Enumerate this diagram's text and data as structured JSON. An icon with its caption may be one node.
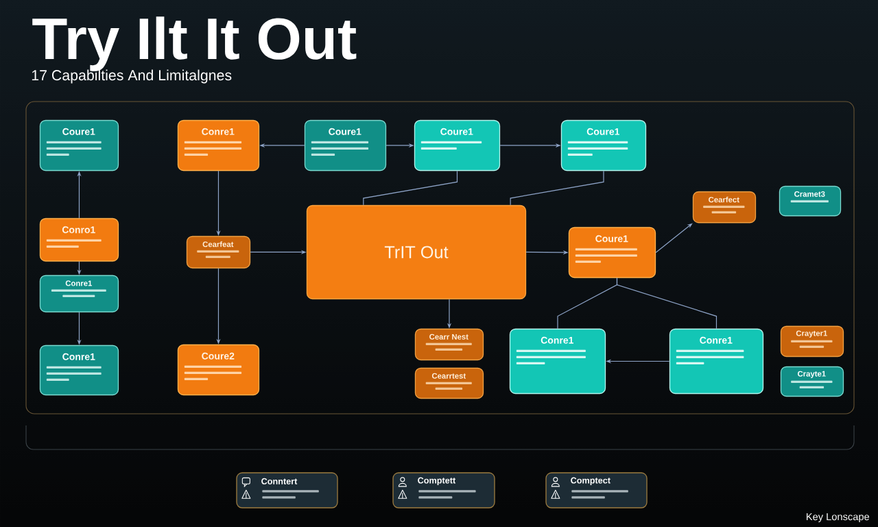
{
  "diagram": {
    "title": "Try Ilt It Out",
    "nodes": [
      {
        "text": [],
        "shape": "box"
      },
      {
        "text": [
          "Coure1"
        ],
        "in": 0
      },
      {
        "text": [
          "Conre1"
        ],
        "in": 0
      },
      {
        "text": [
          "Coure1"
        ],
        "in": 0
      },
      {
        "text": [
          "Coure1"
        ],
        "in": 0
      },
      {
        "text": [
          "Coure1"
        ],
        "in": 0
      },
      {
        "text": [
          "Cearfect"
        ],
        "in": 0
      },
      {
        "text": [
          "Cramet3"
        ],
        "in": 0
      },
      {
        "text": [
          "TrIT Out"
        ],
        "in": 0
      },
      {
        "text": [
          "Conro1"
        ],
        "in": 0
      },
      {
        "text": [
          "Cearfeat"
        ],
        "in": 0
      },
      {
        "text": [
          "Coure1"
        ],
        "in": 0
      },
      {
        "text": [
          "Conre1"
        ],
        "in": 0
      },
      {
        "text": [
          "Cearr Nest"
        ],
        "in": 0
      },
      {
        "text": [
          "Conre1"
        ],
        "in": 0
      },
      {
        "text": [
          "Conre1"
        ],
        "in": 0
      },
      {
        "text": [
          "Crayter1"
        ],
        "in": 0
      },
      {
        "text": [
          "Conre1"
        ],
        "in": 0
      },
      {
        "text": [
          "Coure2"
        ],
        "in": 0
      },
      {
        "text": [
          "Cearrtest"
        ],
        "in": 0
      },
      {
        "text": [
          "Crayte1"
        ],
        "in": 0
      },
      {
        "text": [
          "Conntert"
        ]
      },
      {
        "text": [
          "Comptett"
        ]
      },
      {
        "text": [
          "Comptect"
        ]
      }
    ],
    "edges": [
      {
        "from": 9,
        "to": 1,
        "arrow": "to"
      },
      {
        "from": 9,
        "to": 12,
        "arrow": "to"
      },
      {
        "from": 12,
        "to": 17,
        "arrow": "to"
      },
      {
        "from": 3,
        "to": 2,
        "arrow": "to"
      },
      {
        "from": 3,
        "to": 4,
        "arrow": "to"
      },
      {
        "from": 4,
        "to": 5,
        "arrow": "to"
      },
      {
        "from": 2,
        "to": 10,
        "arrow": "to"
      },
      {
        "from": 10,
        "to": 18,
        "arrow": "to"
      },
      {
        "from": 10,
        "to": 8,
        "arrow": "to"
      },
      {
        "from": 4,
        "to": 8,
        "arrow": "none"
      },
      {
        "from": 5,
        "to": 8,
        "arrow": "none"
      },
      {
        "from": 8,
        "to": 13,
        "arrow": "to"
      },
      {
        "from": 8,
        "to": 11,
        "arrow": "to"
      },
      {
        "from": 11,
        "to": 6,
        "arrow": "to"
      },
      {
        "from": 11,
        "to": 14,
        "arrow": "none"
      },
      {
        "from": 11,
        "to": 15,
        "arrow": "none"
      },
      {
        "from": 15,
        "to": 14,
        "arrow": "to"
      }
    ],
    "labels": [
      "17 Capabilties And Limitalgnes",
      "Key Lonscape"
    ]
  }
}
